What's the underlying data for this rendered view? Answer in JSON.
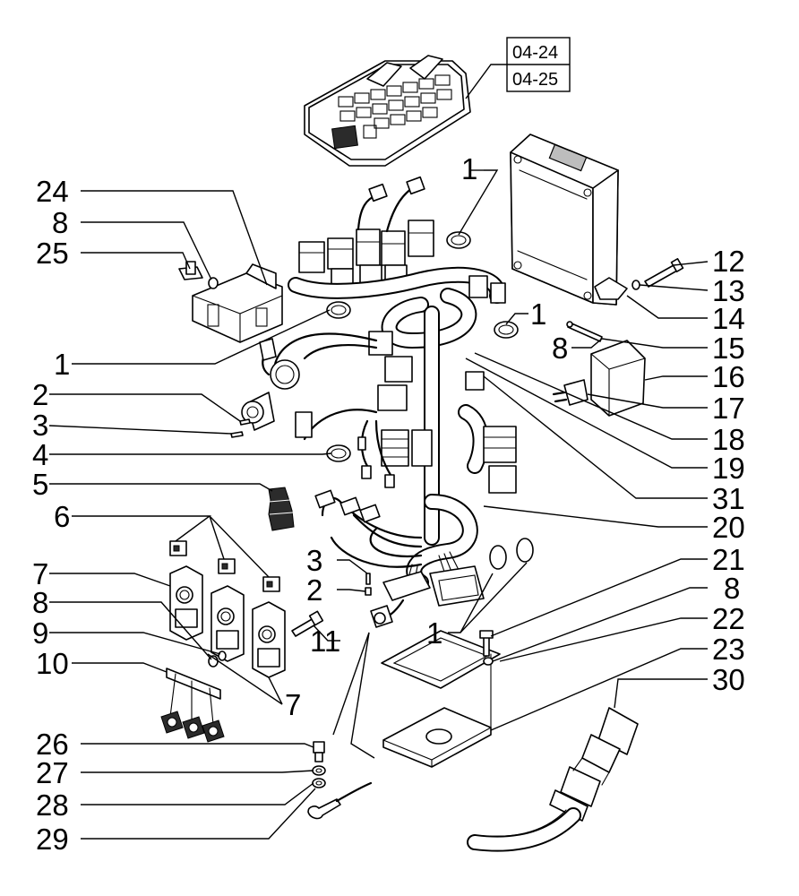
{
  "ref_labels": [
    "04-24",
    "04-25"
  ],
  "callouts": [
    {
      "id": "24",
      "text": "24"
    },
    {
      "id": "8a",
      "text": "8"
    },
    {
      "id": "25",
      "text": "25"
    },
    {
      "id": "1a",
      "text": "1"
    },
    {
      "id": "1b",
      "text": "1"
    },
    {
      "id": "2a",
      "text": "2"
    },
    {
      "id": "3a",
      "text": "3"
    },
    {
      "id": "4",
      "text": "4"
    },
    {
      "id": "5",
      "text": "5"
    },
    {
      "id": "6",
      "text": "6"
    },
    {
      "id": "7a",
      "text": "7"
    },
    {
      "id": "8b",
      "text": "8"
    },
    {
      "id": "9",
      "text": "9"
    },
    {
      "id": "10",
      "text": "10"
    },
    {
      "id": "1c",
      "text": "1"
    },
    {
      "id": "12",
      "text": "12"
    },
    {
      "id": "13",
      "text": "13"
    },
    {
      "id": "14",
      "text": "14"
    },
    {
      "id": "15",
      "text": "15"
    },
    {
      "id": "8c",
      "text": "8"
    },
    {
      "id": "16",
      "text": "16"
    },
    {
      "id": "17",
      "text": "17"
    },
    {
      "id": "18",
      "text": "18"
    },
    {
      "id": "19",
      "text": "19"
    },
    {
      "id": "31",
      "text": "31"
    },
    {
      "id": "20",
      "text": "20"
    },
    {
      "id": "3b",
      "text": "3"
    },
    {
      "id": "2b",
      "text": "2"
    },
    {
      "id": "11",
      "text": "11"
    },
    {
      "id": "21",
      "text": "21"
    },
    {
      "id": "8d",
      "text": "8"
    },
    {
      "id": "1d",
      "text": "1"
    },
    {
      "id": "22",
      "text": "22"
    },
    {
      "id": "23",
      "text": "23"
    },
    {
      "id": "7b",
      "text": "7"
    },
    {
      "id": "30",
      "text": "30"
    },
    {
      "id": "26",
      "text": "26"
    },
    {
      "id": "27",
      "text": "27"
    },
    {
      "id": "28",
      "text": "28"
    },
    {
      "id": "29",
      "text": "29"
    }
  ]
}
